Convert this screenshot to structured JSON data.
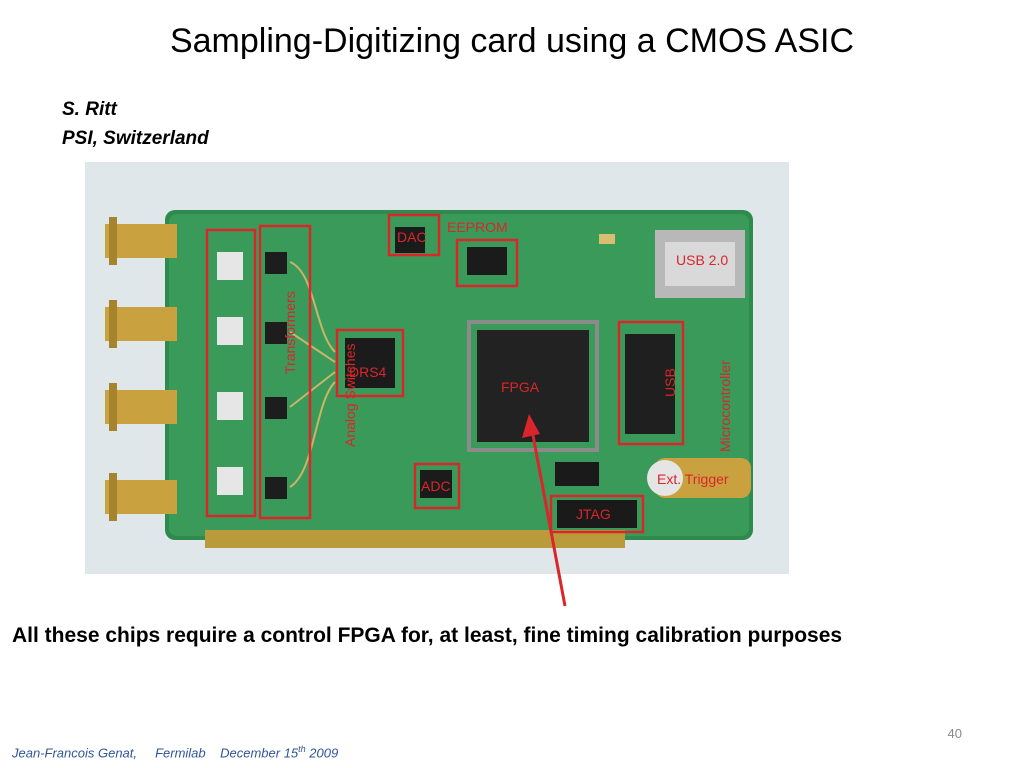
{
  "slide": {
    "title": "Sampling-Digitizing card using a CMOS ASIC",
    "author_name": "S. Ritt",
    "author_affiliation": "PSI, Switzerland",
    "caption": "All these chips require a control FPGA for, at least, fine timing calibration purposes",
    "page_number": "40",
    "footer": {
      "author": "Jean-Francois Genat,",
      "venue": "Fermilab",
      "date_prefix": "December 15",
      "date_sup": "th",
      "date_year": "2009"
    }
  },
  "board_labels": {
    "dac": "DAC",
    "eeprom": "EEPROM",
    "usb2": "USB 2.0",
    "transformers": "Transformers",
    "analog_switches": "Analog Switches",
    "drs4": "DRS4",
    "fpga": "FPGA",
    "usb_micro_1": "USB",
    "usb_micro_2": "Microcontroller",
    "adc": "ADC",
    "ext_trigger": "Ext. Trigger",
    "jtag": "JTAG"
  },
  "colors": {
    "pcb": "#2f8a4e",
    "annotation_red": "#d9262b",
    "footer_blue": "#2f5597"
  }
}
